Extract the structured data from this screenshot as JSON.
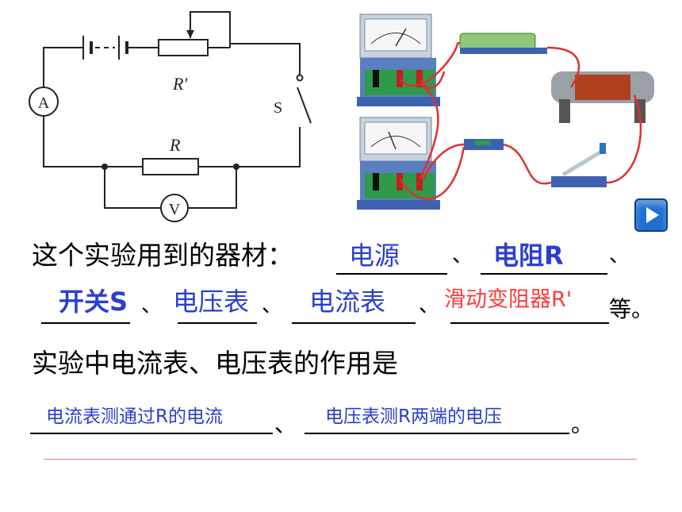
{
  "diagram": {
    "labels": {
      "ammeter": "A",
      "voltmeter": "V",
      "rheostat": "R′",
      "resistor": "R",
      "switch": "S"
    }
  },
  "question1": {
    "prefix": "这个实验用到的器材：",
    "sep1": "、",
    "sep2": "、",
    "sep3": "、",
    "sep4": "、",
    "sep5": "、",
    "suffix": "等。",
    "answers": [
      "电源",
      "电阻R",
      "开关S",
      "电压表",
      "电流表",
      "滑动变阻器R'"
    ]
  },
  "question2": {
    "prompt": "实验中电流表、电压表的作用是",
    "sep": "、",
    "end": "。",
    "answers": [
      "电流表测通过R的电流",
      "电压表测R两端的电压"
    ]
  },
  "colors": {
    "answer": "#2a3fd0",
    "answer_red": "#ff3a3a",
    "rule": "#e08080"
  },
  "play_button": {
    "icon": "play-icon"
  }
}
